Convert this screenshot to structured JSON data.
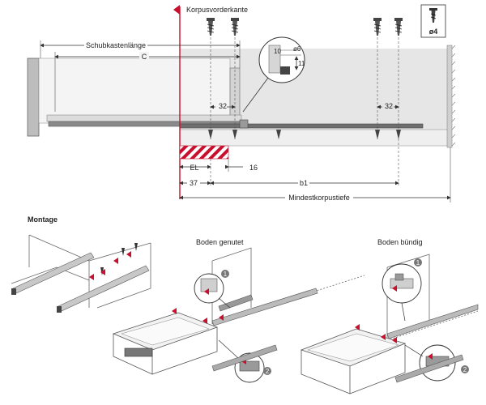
{
  "top": {
    "front_edge_label": "Korpusvorderkante",
    "drawer_length_label": "Schubkastenlänge",
    "c_label": "C",
    "dim_10": "10",
    "dim_phi6": "ø6",
    "dim_11": "11",
    "dim_32_left": "32",
    "dim_32_right": "32",
    "dim_16": "16",
    "dim_el": "EL",
    "dim_37": "37",
    "dim_b1": "b1",
    "min_depth_label": "Mindestkorpustiefe",
    "screw_diameter": "ø4"
  },
  "bottom": {
    "montage_label": "Montage",
    "grooved_label": "Boden genutet",
    "flush_label": "Boden bündig",
    "callout_1": "1",
    "callout_2": "2"
  },
  "colors": {
    "red": "#c8102e",
    "panel_grey": "#e6e6e6",
    "rail_grey": "#8a8a8a",
    "dark_grey": "#555555"
  }
}
